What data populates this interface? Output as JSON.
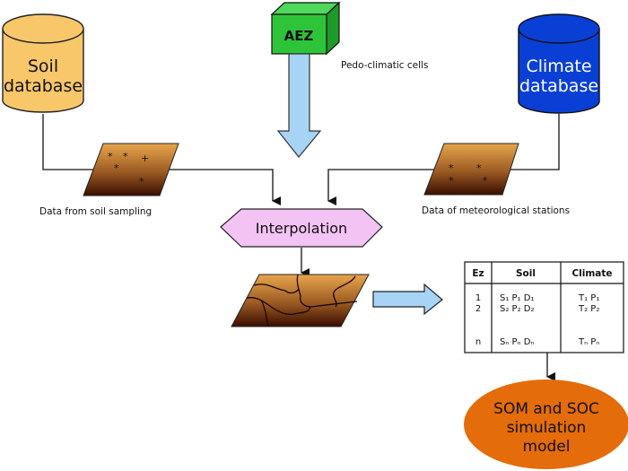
{
  "nodes": {
    "soil_db": {
      "line1": "Soil",
      "line2": "database",
      "color": "#F7C76A"
    },
    "climate_db": {
      "line1": "Climate",
      "line2": "database",
      "color": "#0A3FD6"
    },
    "aez": {
      "label": "AEZ",
      "color": "#2EC43A"
    },
    "aez_caption": "Pedo-climatic cells",
    "soil_sampling_caption": "Data from soil sampling",
    "meteo_caption": "Data of meteorological stations",
    "interpolation": {
      "label": "Interpolation",
      "color": "#F3C3F3"
    },
    "model": {
      "line1": "SOM and SOC",
      "line2": "simulation",
      "line3": "model",
      "color": "#E46C0A"
    },
    "arrow_color": "#A7D3F5"
  },
  "table": {
    "headers": [
      "Ez",
      "Soil",
      "Climate"
    ],
    "rows": [
      {
        "ez": "1",
        "soil": "S₁ P₁ D₁",
        "climate": "T₁ P₁"
      },
      {
        "ez": "2",
        "soil": "S₂ P₂ D₂",
        "climate": "T₂ P₂"
      },
      {
        "ez": "n",
        "soil": "Sₙ Pₙ Dₙ",
        "climate": "Tₙ Pₙ"
      }
    ]
  }
}
